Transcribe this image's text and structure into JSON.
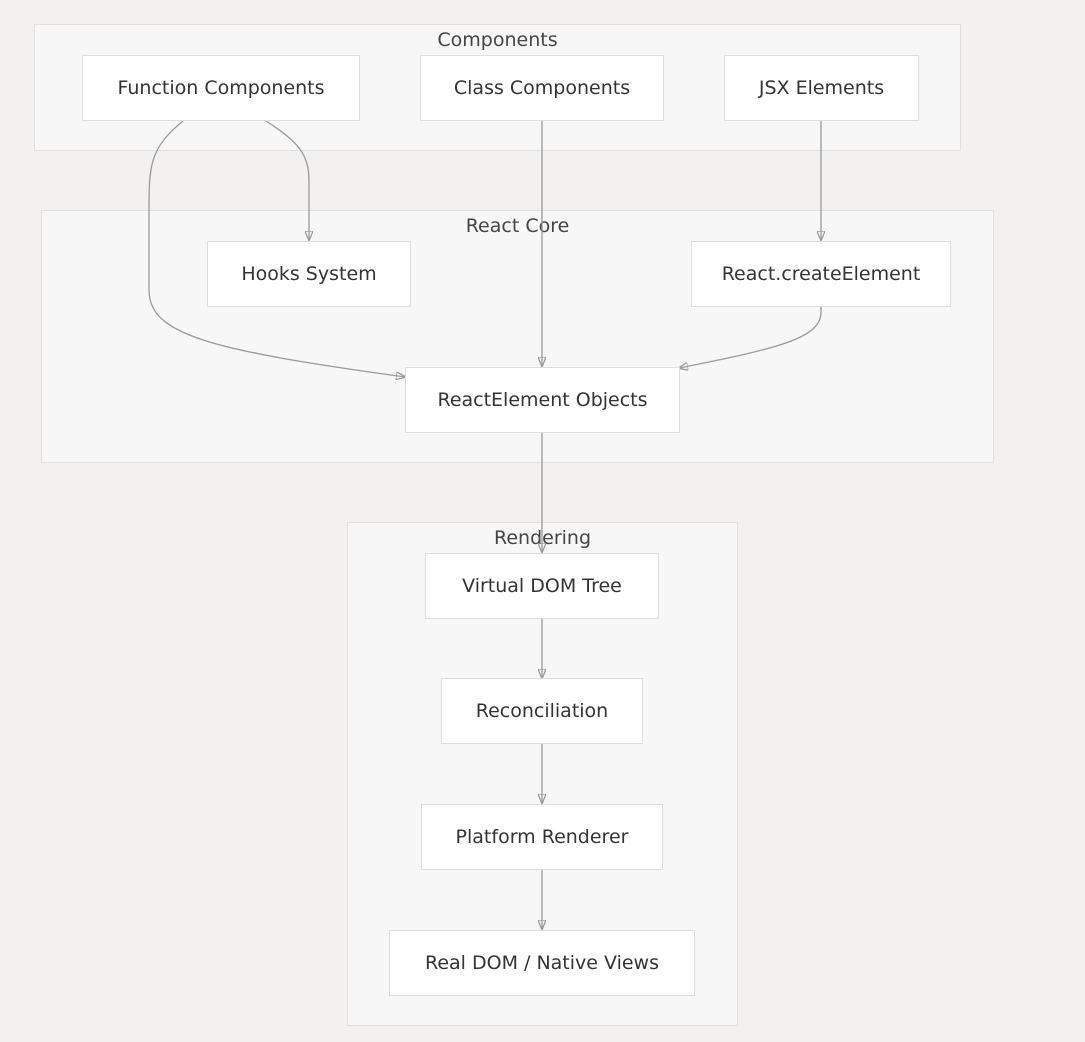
{
  "diagram": {
    "groups": {
      "components": {
        "label": "Components"
      },
      "react_core": {
        "label": "React Core"
      },
      "rendering": {
        "label": "Rendering"
      }
    },
    "nodes": {
      "function_components": {
        "label": "Function Components"
      },
      "class_components": {
        "label": "Class Components"
      },
      "jsx_elements": {
        "label": "JSX Elements"
      },
      "hooks_system": {
        "label": "Hooks System"
      },
      "react_create_element": {
        "label": "React.createElement"
      },
      "react_element_objects": {
        "label": "ReactElement Objects"
      },
      "virtual_dom_tree": {
        "label": "Virtual DOM Tree"
      },
      "reconciliation": {
        "label": "Reconciliation"
      },
      "platform_renderer": {
        "label": "Platform Renderer"
      },
      "real_dom_native_views": {
        "label": "Real DOM / Native Views"
      }
    },
    "edges": [
      {
        "from": "Function Components",
        "to": "Hooks System"
      },
      {
        "from": "Function Components",
        "to": "ReactElement Objects"
      },
      {
        "from": "Class Components",
        "to": "ReactElement Objects"
      },
      {
        "from": "JSX Elements",
        "to": "React.createElement"
      },
      {
        "from": "React.createElement",
        "to": "ReactElement Objects"
      },
      {
        "from": "ReactElement Objects",
        "to": "Virtual DOM Tree"
      },
      {
        "from": "Virtual DOM Tree",
        "to": "Reconciliation"
      },
      {
        "from": "Reconciliation",
        "to": "Platform Renderer"
      },
      {
        "from": "Platform Renderer",
        "to": "Real DOM / Native Views"
      }
    ],
    "colors": {
      "background": "#f2f1f0",
      "group_fill": "#f7f7f7",
      "node_fill": "#ffffff",
      "edge": "#999999"
    }
  }
}
